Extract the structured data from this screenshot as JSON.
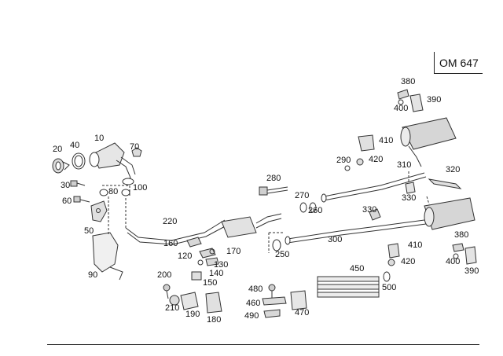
{
  "header": {
    "model": "OM 647"
  },
  "callouts": [
    {
      "id": "p10",
      "text": "10"
    },
    {
      "id": "p20",
      "text": "20"
    },
    {
      "id": "p30",
      "text": "30"
    },
    {
      "id": "p40",
      "text": "40"
    },
    {
      "id": "p50",
      "text": "50"
    },
    {
      "id": "p60",
      "text": "60"
    },
    {
      "id": "p70",
      "text": "70"
    },
    {
      "id": "p80",
      "text": "80"
    },
    {
      "id": "p90",
      "text": "90"
    },
    {
      "id": "p100",
      "text": "100"
    },
    {
      "id": "p120",
      "text": "120"
    },
    {
      "id": "p130",
      "text": "130"
    },
    {
      "id": "p140",
      "text": "140"
    },
    {
      "id": "p150",
      "text": "150"
    },
    {
      "id": "p160",
      "text": "160"
    },
    {
      "id": "p170",
      "text": "170"
    },
    {
      "id": "p180",
      "text": "180"
    },
    {
      "id": "p190",
      "text": "190"
    },
    {
      "id": "p200",
      "text": "200"
    },
    {
      "id": "p210",
      "text": "210"
    },
    {
      "id": "p220",
      "text": "220"
    },
    {
      "id": "p250",
      "text": "250"
    },
    {
      "id": "p260",
      "text": "260"
    },
    {
      "id": "p270",
      "text": "270"
    },
    {
      "id": "p280",
      "text": "280"
    },
    {
      "id": "p290",
      "text": "290"
    },
    {
      "id": "p300",
      "text": "300"
    },
    {
      "id": "p310",
      "text": "310"
    },
    {
      "id": "p320",
      "text": "320"
    },
    {
      "id": "p330a",
      "text": "330"
    },
    {
      "id": "p330b",
      "text": "330"
    },
    {
      "id": "p380a",
      "text": "380"
    },
    {
      "id": "p380b",
      "text": "380"
    },
    {
      "id": "p390a",
      "text": "390"
    },
    {
      "id": "p390b",
      "text": "390"
    },
    {
      "id": "p400a",
      "text": "400"
    },
    {
      "id": "p400b",
      "text": "400"
    },
    {
      "id": "p410a",
      "text": "410"
    },
    {
      "id": "p410b",
      "text": "410"
    },
    {
      "id": "p420a",
      "text": "420"
    },
    {
      "id": "p420b",
      "text": "420"
    },
    {
      "id": "p450",
      "text": "450"
    },
    {
      "id": "p460",
      "text": "460"
    },
    {
      "id": "p470",
      "text": "470"
    },
    {
      "id": "p480",
      "text": "480"
    },
    {
      "id": "p490",
      "text": "490"
    },
    {
      "id": "p500",
      "text": "500"
    }
  ]
}
